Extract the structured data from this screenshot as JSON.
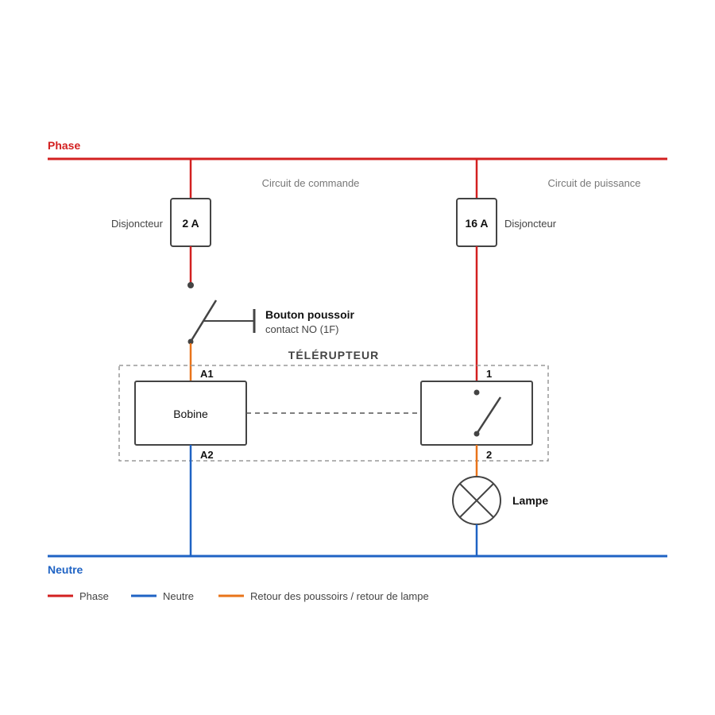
{
  "colors": {
    "phase": "#d32020",
    "neutral": "#1f63c4",
    "return": "#e8741a",
    "component": "#444444",
    "dashed": "#999999"
  },
  "rails": {
    "phase_label": "Phase",
    "neutral_label": "Neutre"
  },
  "sections": {
    "command": "Circuit de commande",
    "power": "Circuit de puissance"
  },
  "breakers": {
    "command": {
      "rating": "2 A",
      "label": "Disjoncteur"
    },
    "power": {
      "rating": "16 A",
      "label": "Disjoncteur"
    }
  },
  "push_button": {
    "title": "Bouton poussoir",
    "subtitle": "contact NO (1F)"
  },
  "remote_switch": {
    "title": "TÉLÉRUPTEUR",
    "coil_label": "Bobine",
    "coil_terminal_top": "A1",
    "coil_terminal_bottom": "A2",
    "contact_terminal_top": "1",
    "contact_terminal_bottom": "2"
  },
  "lamp": {
    "label": "Lampe",
    "icon": "lamp-x-icon"
  },
  "legend": [
    {
      "label": "Phase",
      "color": "#d32020"
    },
    {
      "label": "Neutre",
      "color": "#1f63c4"
    },
    {
      "label": "Retour des poussoirs / retour de lampe",
      "color": "#e8741a"
    }
  ]
}
